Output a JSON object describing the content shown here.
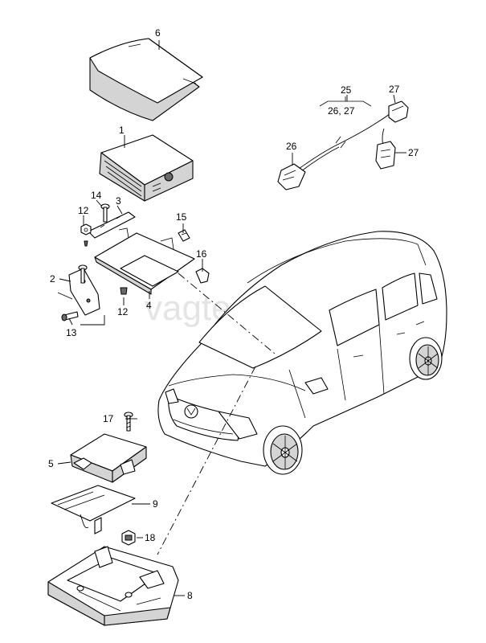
{
  "watermark": "vagtec.ru",
  "labels": {
    "l1": "1",
    "l2": "2",
    "l3": "3",
    "l4": "4",
    "l5": "5",
    "l6": "6",
    "l8": "8",
    "l9": "9",
    "l12a": "12",
    "l12b": "12",
    "l13": "13",
    "l14": "14",
    "l15": "15",
    "l16": "16",
    "l17": "17",
    "l18": "18",
    "l25": "25",
    "l26_27": "26, 27",
    "l26": "26",
    "l27a": "27",
    "l27b": "27"
  }
}
